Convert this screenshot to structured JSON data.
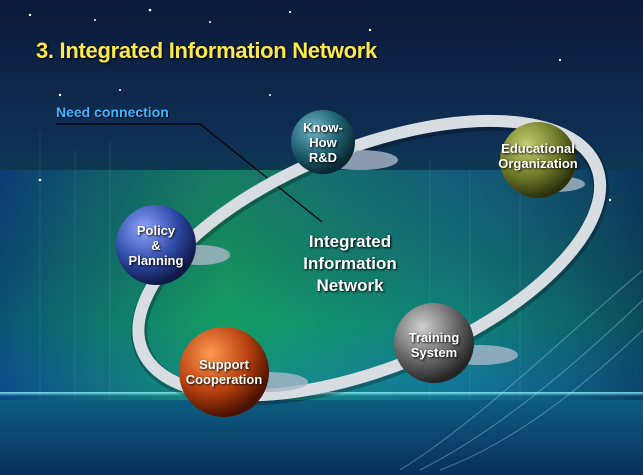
{
  "title": "3. Integrated Information Network",
  "annotation": {
    "text": "Need connection"
  },
  "center": {
    "lines": [
      "Integrated",
      "Information",
      "Network"
    ]
  },
  "nodes": {
    "knowhow": {
      "lines": [
        "Know-",
        "How",
        "R&D"
      ],
      "color": "#1f5f70"
    },
    "educational": {
      "lines": [
        "Educational",
        "Organization"
      ],
      "color": "#6f7a2a"
    },
    "policy": {
      "lines": [
        "Policy",
        "&",
        "Planning"
      ],
      "color": "#2f4aa8"
    },
    "training": {
      "lines": [
        "Training",
        "System"
      ],
      "color": "#6a6a6a"
    },
    "support": {
      "lines": [
        "Support",
        "Cooperation"
      ],
      "color": "#b84010"
    }
  },
  "colors": {
    "title": "#ffe84a",
    "annotation": "#3fb8ff",
    "ring": "#d8dde2"
  }
}
